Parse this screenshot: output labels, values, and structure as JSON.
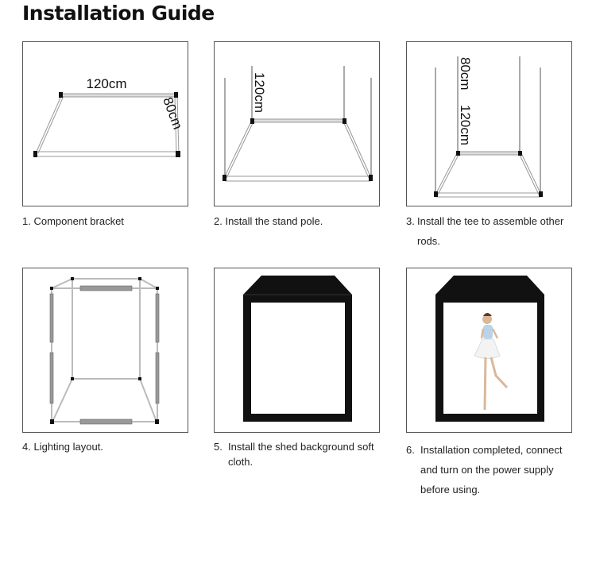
{
  "title": "Installation Guide",
  "steps": [
    {
      "number": "1.",
      "text": "Component bracket",
      "labels": [
        "120cm",
        "80cm"
      ]
    },
    {
      "number": "2.",
      "text": "Install the stand pole.",
      "labels": [
        "120cm"
      ]
    },
    {
      "number": "3.",
      "text": "Install the tee to assemble other rods.",
      "labels": [
        "80cm",
        "120cm"
      ]
    },
    {
      "number": "4.",
      "text": "Lighting layout."
    },
    {
      "number": "5.",
      "text": "Install the shed background soft cloth."
    },
    {
      "number": "6.",
      "text": "Installation completed, connect and turn on the power supply before using."
    }
  ],
  "colors": {
    "frame": "#111111",
    "rod": "#bbbbbb",
    "light": "#999999"
  }
}
